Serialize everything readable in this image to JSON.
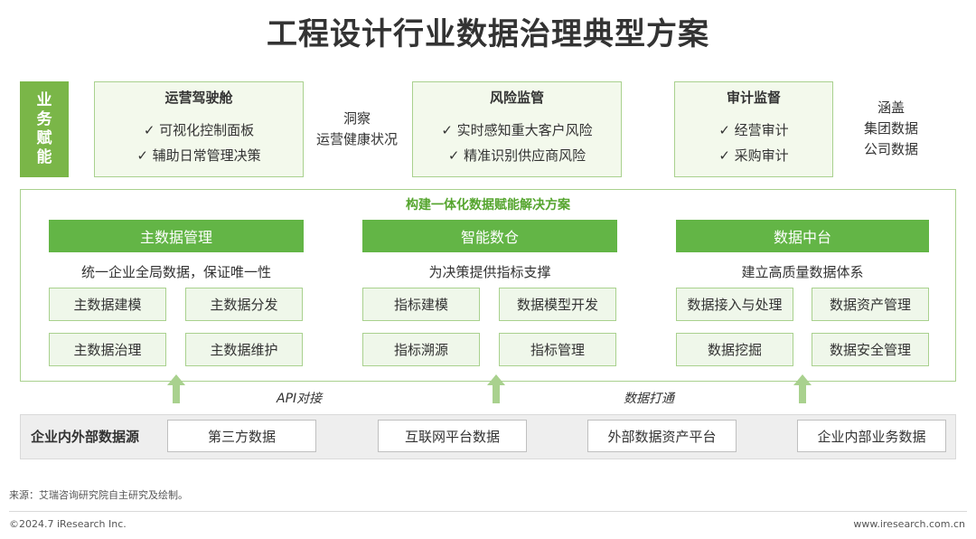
{
  "title": "工程设计行业数据治理典型方案",
  "business": {
    "label": "业务赋能",
    "cards": [
      {
        "title": "运营驾驶舱",
        "items": [
          "✓ 可视化控制面板",
          "✓ 辅助日常管理决策"
        ]
      },
      {
        "title": "风险监管",
        "items": [
          "✓ 实时感知重大客户风险",
          "✓ 精准识别供应商风险"
        ]
      },
      {
        "title": "审计监督",
        "items": [
          "✓ 经营审计",
          "✓ 采购审计"
        ]
      }
    ],
    "notes": [
      {
        "lines": [
          "洞察",
          "运营健康状况"
        ]
      },
      {
        "lines": [
          "涵盖",
          "集团数据",
          "公司数据"
        ]
      }
    ]
  },
  "solution": {
    "title": "构建一体化数据赋能解决方案",
    "columns": [
      {
        "header": "主数据管理",
        "desc": "统一企业全局数据，保证唯一性",
        "items": [
          "主数据建模",
          "主数据分发",
          "主数据治理",
          "主数据维护"
        ]
      },
      {
        "header": "智能数仓",
        "desc": "为决策提供指标支撑",
        "items": [
          "指标建模",
          "数据模型开发",
          "指标溯源",
          "指标管理"
        ]
      },
      {
        "header": "数据中台",
        "desc": "建立高质量数据体系",
        "items": [
          "数据接入与处理",
          "数据资产管理",
          "数据挖掘",
          "数据安全管理"
        ]
      }
    ]
  },
  "flows": {
    "api": "API对接",
    "data": "数据打通"
  },
  "sources": {
    "title": "企业内外部数据源",
    "items": [
      "第三方数据",
      "互联网平台数据",
      "外部数据资产平台",
      "企业内部业务数据"
    ]
  },
  "footer": {
    "source_note": "来源：艾瑞咨询研究院自主研究及绘制。",
    "copyright": "©2024.7 iResearch Inc.",
    "website": "www.iresearch.com.cn"
  },
  "colors": {
    "accent_green": "#63b546",
    "label_green": "#7ab648",
    "light_border": "#a9d18e",
    "arrow_green": "#a9d18e"
  }
}
